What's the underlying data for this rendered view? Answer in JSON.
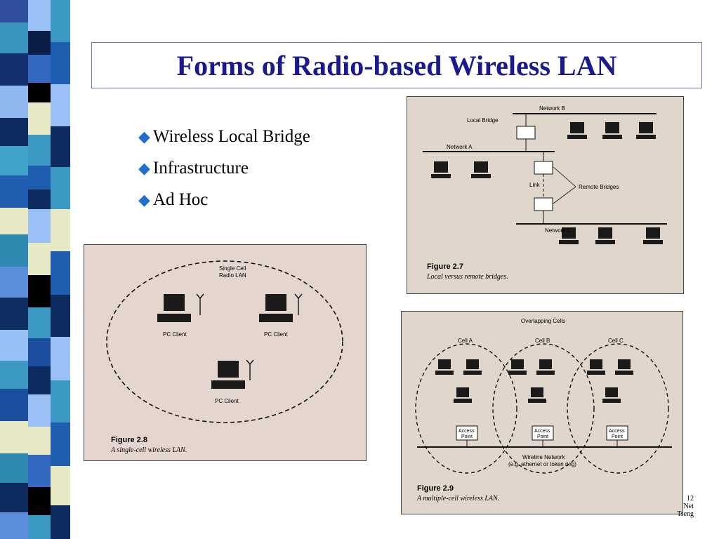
{
  "title": "Forms of Radio-based Wireless LAN",
  "bullets": [
    {
      "label": "Wireless Local Bridge"
    },
    {
      "label": "Infrastructure"
    },
    {
      "label": "Ad Hoc"
    }
  ],
  "figure_single": {
    "number": "Figure 2.8",
    "caption": "A single-cell wireless LAN.",
    "cell_label_1": "Single Cell",
    "cell_label_2": "Radio LAN",
    "client_label": "PC Client"
  },
  "figure_bridges": {
    "number": "Figure 2.7",
    "caption": "Local versus remote bridges.",
    "network_a": "Network A",
    "network_b": "Network B",
    "network_c": "Network C",
    "local_bridge": "Local Bridge",
    "remote_bridges": "Remote Bridges",
    "link": "Link"
  },
  "figure_multi": {
    "number": "Figure 2.9",
    "caption": "A multiple-cell wireless LAN.",
    "overlapping": "Overlapping Cells",
    "cell_a": "Cell A",
    "cell_b": "Cell B",
    "cell_c": "Cell C",
    "access_1": "Access",
    "access_2": "Point",
    "wireline": "Wireline Network",
    "wireline_sub": "(e.g. ethernet or token ring)"
  },
  "footer": {
    "line1": "12",
    "line2": "Net",
    "line3": "Tseng"
  },
  "colors": {
    "title": "#1a1a8c",
    "bullet": "#1e6fd0",
    "scan_bg": "#e6dcd2"
  }
}
